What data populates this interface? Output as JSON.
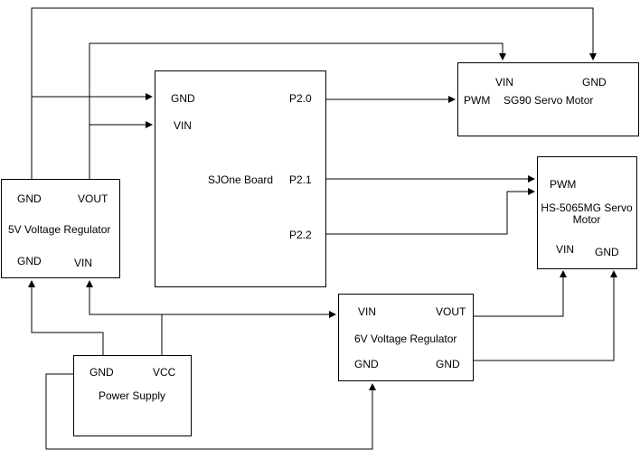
{
  "diagram": {
    "blocks": {
      "regulator5v": {
        "title": "5V Voltage Regulator",
        "gnd_top": "GND",
        "vout": "VOUT",
        "gnd_bottom": "GND",
        "vin": "VIN"
      },
      "sjone": {
        "title": "SJOne Board",
        "gnd": "GND",
        "vin": "VIN",
        "p20": "P2.0",
        "p21": "P2.1",
        "p22": "P2.2"
      },
      "sg90": {
        "title": "SG90 Servo Motor",
        "vin": "VIN",
        "gnd": "GND",
        "pwm": "PWM"
      },
      "hs5065": {
        "title_line1": "HS-5065MG Servo",
        "title_line2": "Motor",
        "pwm": "PWM",
        "vin": "VIN",
        "gnd": "GND"
      },
      "regulator6v": {
        "title": "6V Voltage Regulator",
        "vin": "VIN",
        "vout": "VOUT",
        "gnd_left": "GND",
        "gnd_right": "GND"
      },
      "power": {
        "title": "Power Supply",
        "gnd": "GND",
        "vcc": "VCC"
      }
    },
    "colors": {
      "stroke": "#000000",
      "background": "#ffffff"
    }
  }
}
